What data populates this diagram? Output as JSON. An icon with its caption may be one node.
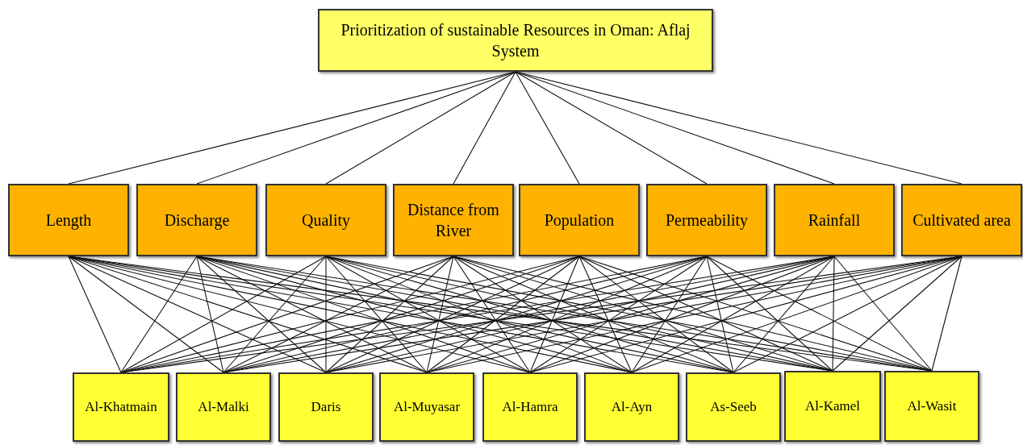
{
  "diagram": {
    "nodes": [
      {
        "text": [
          "Prioritization of sustainable Resources in Oman: Aflaj System"
        ]
      },
      {
        "text": [
          "Length"
        ]
      },
      {
        "text": [
          "Discharge"
        ]
      },
      {
        "text": [
          "Quality"
        ]
      },
      {
        "text": [
          "Distance from River"
        ]
      },
      {
        "text": [
          "Population"
        ]
      },
      {
        "text": [
          "Permeability"
        ]
      },
      {
        "text": [
          "Rainfall"
        ]
      },
      {
        "text": [
          "Cultivated area"
        ]
      },
      {
        "text": [
          "Al-Khatmain"
        ]
      },
      {
        "text": [
          "Al-Malki"
        ]
      },
      {
        "text": [
          "Daris"
        ]
      },
      {
        "text": [
          "Al-Muyasar"
        ]
      },
      {
        "text": [
          "Al-Hamra"
        ]
      },
      {
        "text": [
          "Al-Ayn"
        ]
      },
      {
        "text": [
          "As-Seeb"
        ]
      },
      {
        "text": [
          "Al-Kamel"
        ]
      },
      {
        "text": [
          "Al-Wasit"
        ]
      }
    ],
    "edges": [
      {
        "from": 0,
        "to": 1,
        "arrow": "none"
      },
      {
        "from": 0,
        "to": 2,
        "arrow": "none"
      },
      {
        "from": 0,
        "to": 3,
        "arrow": "none"
      },
      {
        "from": 0,
        "to": 4,
        "arrow": "none"
      },
      {
        "from": 0,
        "to": 5,
        "arrow": "none"
      },
      {
        "from": 0,
        "to": 6,
        "arrow": "none"
      },
      {
        "from": 0,
        "to": 7,
        "arrow": "none"
      },
      {
        "from": 0,
        "to": 8,
        "arrow": "none"
      },
      {
        "from": 1,
        "to": 9,
        "arrow": "none"
      },
      {
        "from": 1,
        "to": 10,
        "arrow": "none"
      },
      {
        "from": 1,
        "to": 11,
        "arrow": "none"
      },
      {
        "from": 1,
        "to": 12,
        "arrow": "none"
      },
      {
        "from": 1,
        "to": 13,
        "arrow": "none"
      },
      {
        "from": 1,
        "to": 14,
        "arrow": "none"
      },
      {
        "from": 1,
        "to": 15,
        "arrow": "none"
      },
      {
        "from": 1,
        "to": 16,
        "arrow": "none"
      },
      {
        "from": 1,
        "to": 17,
        "arrow": "none"
      },
      {
        "from": 2,
        "to": 9,
        "arrow": "none"
      },
      {
        "from": 2,
        "to": 10,
        "arrow": "none"
      },
      {
        "from": 2,
        "to": 11,
        "arrow": "none"
      },
      {
        "from": 2,
        "to": 12,
        "arrow": "none"
      },
      {
        "from": 2,
        "to": 13,
        "arrow": "none"
      },
      {
        "from": 2,
        "to": 14,
        "arrow": "none"
      },
      {
        "from": 2,
        "to": 15,
        "arrow": "none"
      },
      {
        "from": 2,
        "to": 16,
        "arrow": "none"
      },
      {
        "from": 2,
        "to": 17,
        "arrow": "none"
      },
      {
        "from": 3,
        "to": 9,
        "arrow": "none"
      },
      {
        "from": 3,
        "to": 10,
        "arrow": "none"
      },
      {
        "from": 3,
        "to": 11,
        "arrow": "none"
      },
      {
        "from": 3,
        "to": 12,
        "arrow": "none"
      },
      {
        "from": 3,
        "to": 13,
        "arrow": "none"
      },
      {
        "from": 3,
        "to": 14,
        "arrow": "none"
      },
      {
        "from": 3,
        "to": 15,
        "arrow": "none"
      },
      {
        "from": 3,
        "to": 16,
        "arrow": "none"
      },
      {
        "from": 3,
        "to": 17,
        "arrow": "none"
      },
      {
        "from": 4,
        "to": 9,
        "arrow": "none"
      },
      {
        "from": 4,
        "to": 10,
        "arrow": "none"
      },
      {
        "from": 4,
        "to": 11,
        "arrow": "none"
      },
      {
        "from": 4,
        "to": 12,
        "arrow": "none"
      },
      {
        "from": 4,
        "to": 13,
        "arrow": "none"
      },
      {
        "from": 4,
        "to": 14,
        "arrow": "none"
      },
      {
        "from": 4,
        "to": 15,
        "arrow": "none"
      },
      {
        "from": 4,
        "to": 16,
        "arrow": "none"
      },
      {
        "from": 4,
        "to": 17,
        "arrow": "none"
      },
      {
        "from": 5,
        "to": 9,
        "arrow": "none"
      },
      {
        "from": 5,
        "to": 10,
        "arrow": "none"
      },
      {
        "from": 5,
        "to": 11,
        "arrow": "none"
      },
      {
        "from": 5,
        "to": 12,
        "arrow": "none"
      },
      {
        "from": 5,
        "to": 13,
        "arrow": "none"
      },
      {
        "from": 5,
        "to": 14,
        "arrow": "none"
      },
      {
        "from": 5,
        "to": 15,
        "arrow": "none"
      },
      {
        "from": 5,
        "to": 16,
        "arrow": "none"
      },
      {
        "from": 5,
        "to": 17,
        "arrow": "none"
      },
      {
        "from": 6,
        "to": 9,
        "arrow": "none"
      },
      {
        "from": 6,
        "to": 10,
        "arrow": "none"
      },
      {
        "from": 6,
        "to": 11,
        "arrow": "none"
      },
      {
        "from": 6,
        "to": 12,
        "arrow": "none"
      },
      {
        "from": 6,
        "to": 13,
        "arrow": "none"
      },
      {
        "from": 6,
        "to": 14,
        "arrow": "none"
      },
      {
        "from": 6,
        "to": 15,
        "arrow": "none"
      },
      {
        "from": 6,
        "to": 16,
        "arrow": "none"
      },
      {
        "from": 6,
        "to": 17,
        "arrow": "none"
      },
      {
        "from": 7,
        "to": 9,
        "arrow": "none"
      },
      {
        "from": 7,
        "to": 10,
        "arrow": "none"
      },
      {
        "from": 7,
        "to": 11,
        "arrow": "none"
      },
      {
        "from": 7,
        "to": 12,
        "arrow": "none"
      },
      {
        "from": 7,
        "to": 13,
        "arrow": "none"
      },
      {
        "from": 7,
        "to": 14,
        "arrow": "none"
      },
      {
        "from": 7,
        "to": 15,
        "arrow": "none"
      },
      {
        "from": 7,
        "to": 16,
        "arrow": "none"
      },
      {
        "from": 7,
        "to": 17,
        "arrow": "none"
      },
      {
        "from": 8,
        "to": 9,
        "arrow": "none"
      },
      {
        "from": 8,
        "to": 10,
        "arrow": "none"
      },
      {
        "from": 8,
        "to": 11,
        "arrow": "none"
      },
      {
        "from": 8,
        "to": 12,
        "arrow": "none"
      },
      {
        "from": 8,
        "to": 13,
        "arrow": "none"
      },
      {
        "from": 8,
        "to": 14,
        "arrow": "none"
      },
      {
        "from": 8,
        "to": 15,
        "arrow": "none"
      },
      {
        "from": 8,
        "to": 16,
        "arrow": "none"
      },
      {
        "from": 8,
        "to": 17,
        "arrow": "none"
      }
    ]
  }
}
